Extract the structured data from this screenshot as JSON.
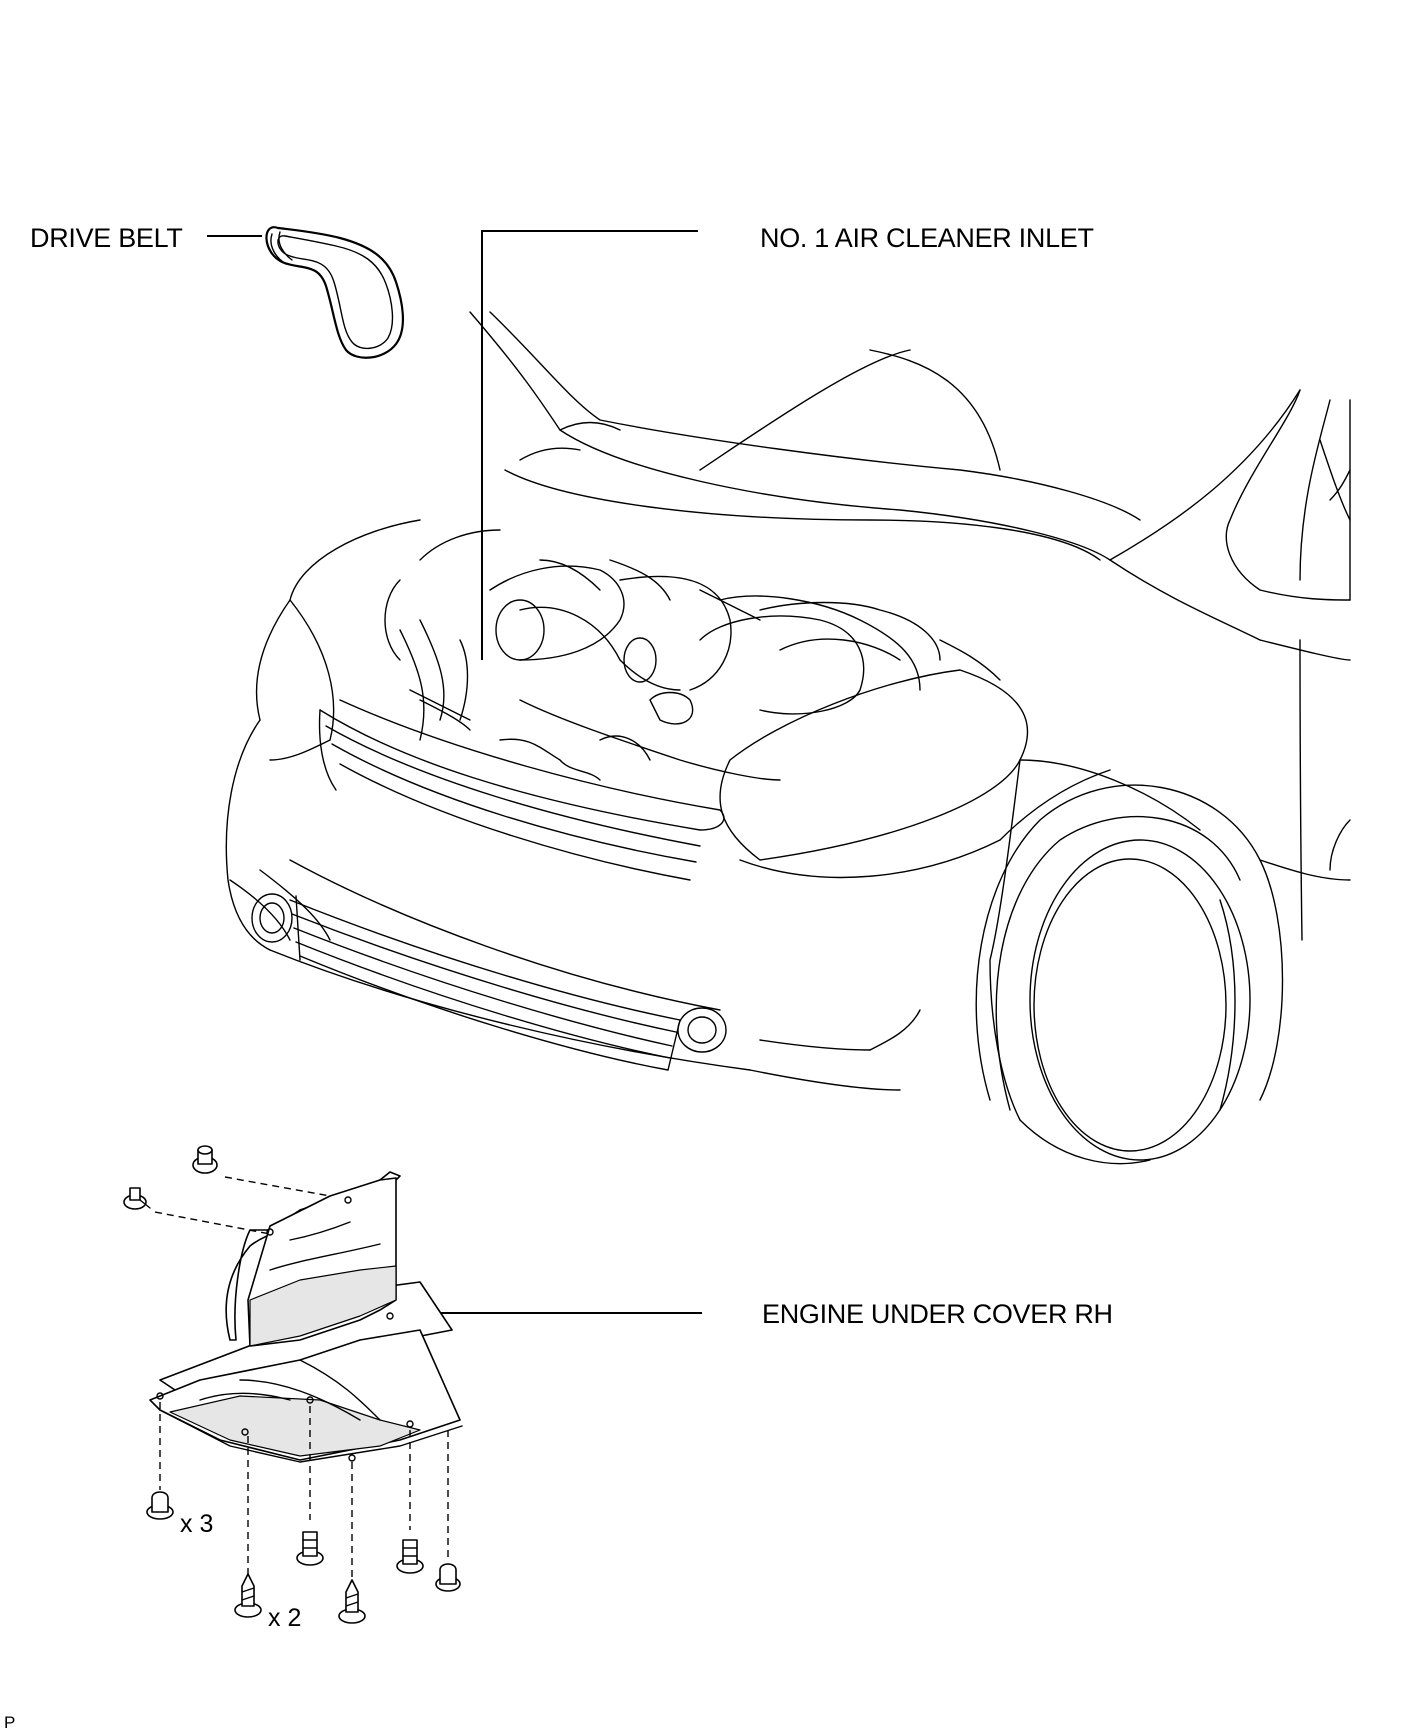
{
  "callouts": {
    "drive_belt": "DRIVE BELT",
    "air_cleaner_inlet": "NO. 1 AIR CLEANER INLET",
    "engine_under_cover": "ENGINE UNDER COVER RH"
  },
  "fastener_quantities": {
    "clips": "x 3",
    "screws": "x 2"
  },
  "figure_code": "P"
}
